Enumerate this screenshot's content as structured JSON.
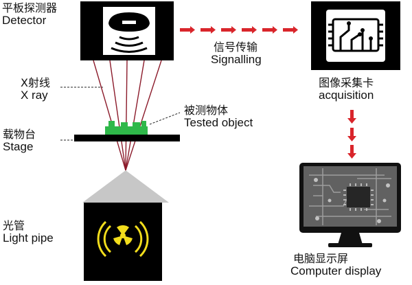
{
  "detector": {
    "zh": "平板探测器",
    "en": "Detector"
  },
  "xray": {
    "zh": "X射线",
    "en": "X ray"
  },
  "tested": {
    "zh": "被测物体",
    "en": "Tested object"
  },
  "stage": {
    "zh": "载物台",
    "en": "Stage"
  },
  "light": {
    "zh": "光管",
    "en": "Light pipe"
  },
  "signal": {
    "zh": "信号传输",
    "en": "Signalling"
  },
  "acq": {
    "zh": "图像采集卡",
    "en": "acquisition"
  },
  "display": {
    "zh": "电脑显示屏",
    "en": "Computer display"
  },
  "colors": {
    "beam": "#8b1a2a",
    "arrow": "#d9252b",
    "object": "#2fb84a",
    "radiation": "#f2dd1c"
  }
}
